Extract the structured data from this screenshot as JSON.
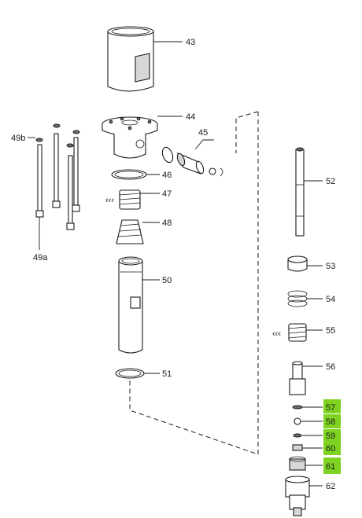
{
  "labels": {
    "p43": "43",
    "p44": "44",
    "p45": "45",
    "p46": "46",
    "p47": "47",
    "p48": "48",
    "p49a": "49a",
    "p49b": "49b",
    "p50": "50",
    "p51": "51",
    "p52": "52",
    "p53": "53",
    "p54": "54",
    "p55": "55",
    "p56": "56",
    "p57": "57",
    "p58": "58",
    "p59": "59",
    "p60": "60",
    "p61": "61",
    "p62": "62"
  },
  "colors": {
    "highlight": "#7ed321",
    "line": "#1a1a1a",
    "shade": "#d6d6d6"
  },
  "highlighted_parts": [
    "57",
    "58",
    "59",
    "60",
    "61"
  ]
}
